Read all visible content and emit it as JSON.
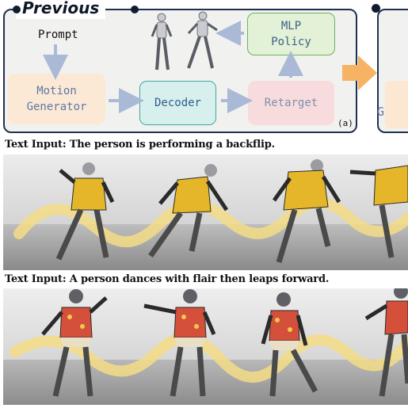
{
  "diagram": {
    "title": "Previous",
    "panel_tag": "(a)",
    "prompt_label": "Prompt",
    "nodes": {
      "motion_generator": [
        "Motion",
        "Generator"
      ],
      "decoder": "Decoder",
      "retarget": "Retarget",
      "mlp_policy": [
        "MLP",
        "Policy"
      ]
    },
    "next_panel_letter": "G",
    "colors": {
      "frame": "#1f3150",
      "arrow": "#a9b9d6",
      "big_arrow": "#f5b363",
      "motion_generator_fill": "#fce9d5",
      "decoder_fill": "#d7f0ee",
      "decoder_border": "#3fa8a0",
      "retarget_fill": "#f8dcdd",
      "mlp_fill": "#e3f2d6",
      "mlp_border": "#6fb15c"
    }
  },
  "examples": [
    {
      "caption": "Text Input: The person is performing a backflip.",
      "robot_clothing": "yellow-jacket",
      "trajectory_color": "#f4dc86"
    },
    {
      "caption": "Text Input: A person dances with flair then leaps forward.",
      "robot_clothing": "floral-shirt",
      "trajectory_color": "#f4dc86"
    }
  ]
}
